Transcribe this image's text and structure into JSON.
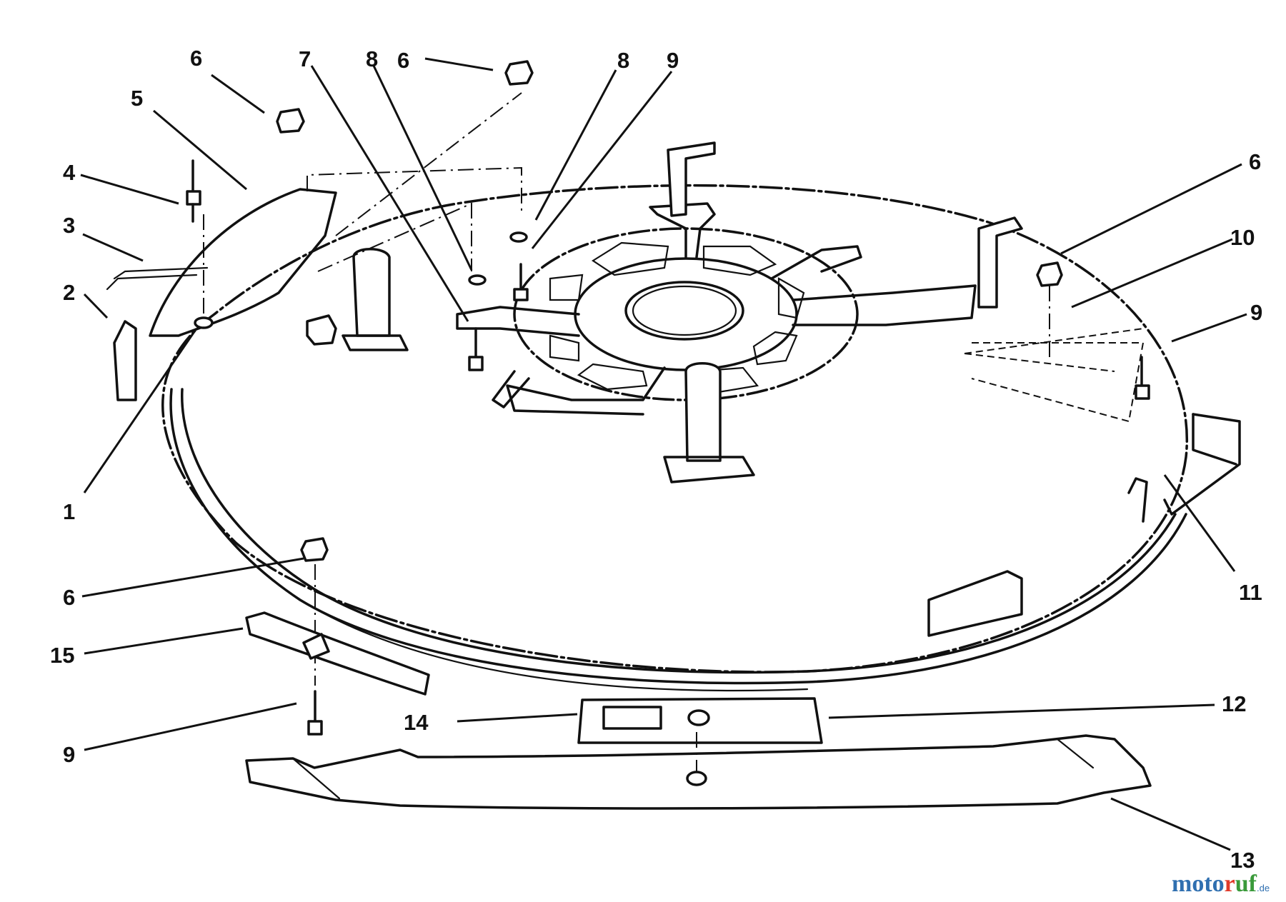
{
  "callouts": [
    {
      "id": "c1",
      "text": "1"
    },
    {
      "id": "c2",
      "text": "2"
    },
    {
      "id": "c3",
      "text": "3"
    },
    {
      "id": "c4",
      "text": "4"
    },
    {
      "id": "c5",
      "text": "5"
    },
    {
      "id": "c6a",
      "text": "6"
    },
    {
      "id": "c6b",
      "text": "6"
    },
    {
      "id": "c7",
      "text": "7"
    },
    {
      "id": "c8a",
      "text": "8"
    },
    {
      "id": "c8b",
      "text": "8"
    },
    {
      "id": "c9a",
      "text": "9"
    },
    {
      "id": "c6c",
      "text": "6"
    },
    {
      "id": "c10",
      "text": "10"
    },
    {
      "id": "c9b",
      "text": "9"
    },
    {
      "id": "c11",
      "text": "11"
    },
    {
      "id": "c6d",
      "text": "6"
    },
    {
      "id": "c15",
      "text": "15"
    },
    {
      "id": "c9c",
      "text": "9"
    },
    {
      "id": "c14",
      "text": "14"
    },
    {
      "id": "c12",
      "text": "12"
    },
    {
      "id": "c13",
      "text": "13"
    }
  ],
  "watermark": {
    "part1": "moto",
    "part2": "r",
    "part3": "uf",
    "tld": ".de"
  }
}
